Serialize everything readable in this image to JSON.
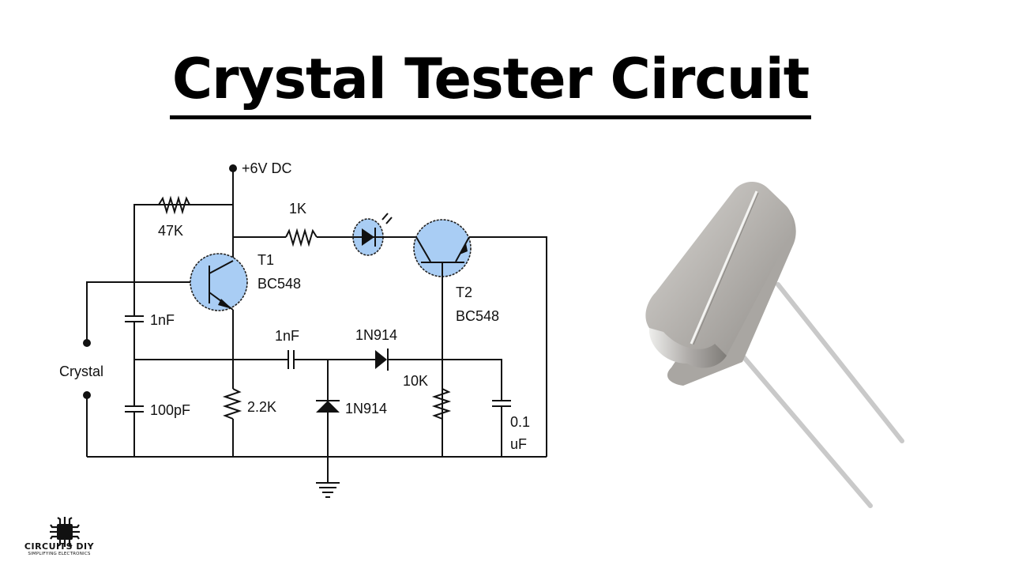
{
  "title": "Crystal Tester Circuit",
  "schematic": {
    "supply_label": "+6V DC",
    "crystal_label": "Crystal",
    "components": {
      "r_47k": "47K",
      "r_1k": "1K",
      "r_2k2": "2.2K",
      "r_10k": "10K",
      "c_1nf_base": "1nF",
      "c_1nf_coupling": "1nF",
      "c_100pf": "100pF",
      "c_01uf_line1": "0.1",
      "c_01uf_line2": "uF",
      "d_series": "1N914",
      "d_shunt": "1N914",
      "t1_name": "T1",
      "t1_part": "BC548",
      "t2_name": "T2",
      "t2_part": "BC548"
    },
    "colors": {
      "transistor_fill": "#a9cdf4",
      "wire": "#111111"
    }
  },
  "photo": {
    "subject": "crystal-oscillator-hc49"
  },
  "logo": {
    "name": "CIRCUITS DIY",
    "tagline": "SIMPLIFYING ELECTRONICS"
  }
}
